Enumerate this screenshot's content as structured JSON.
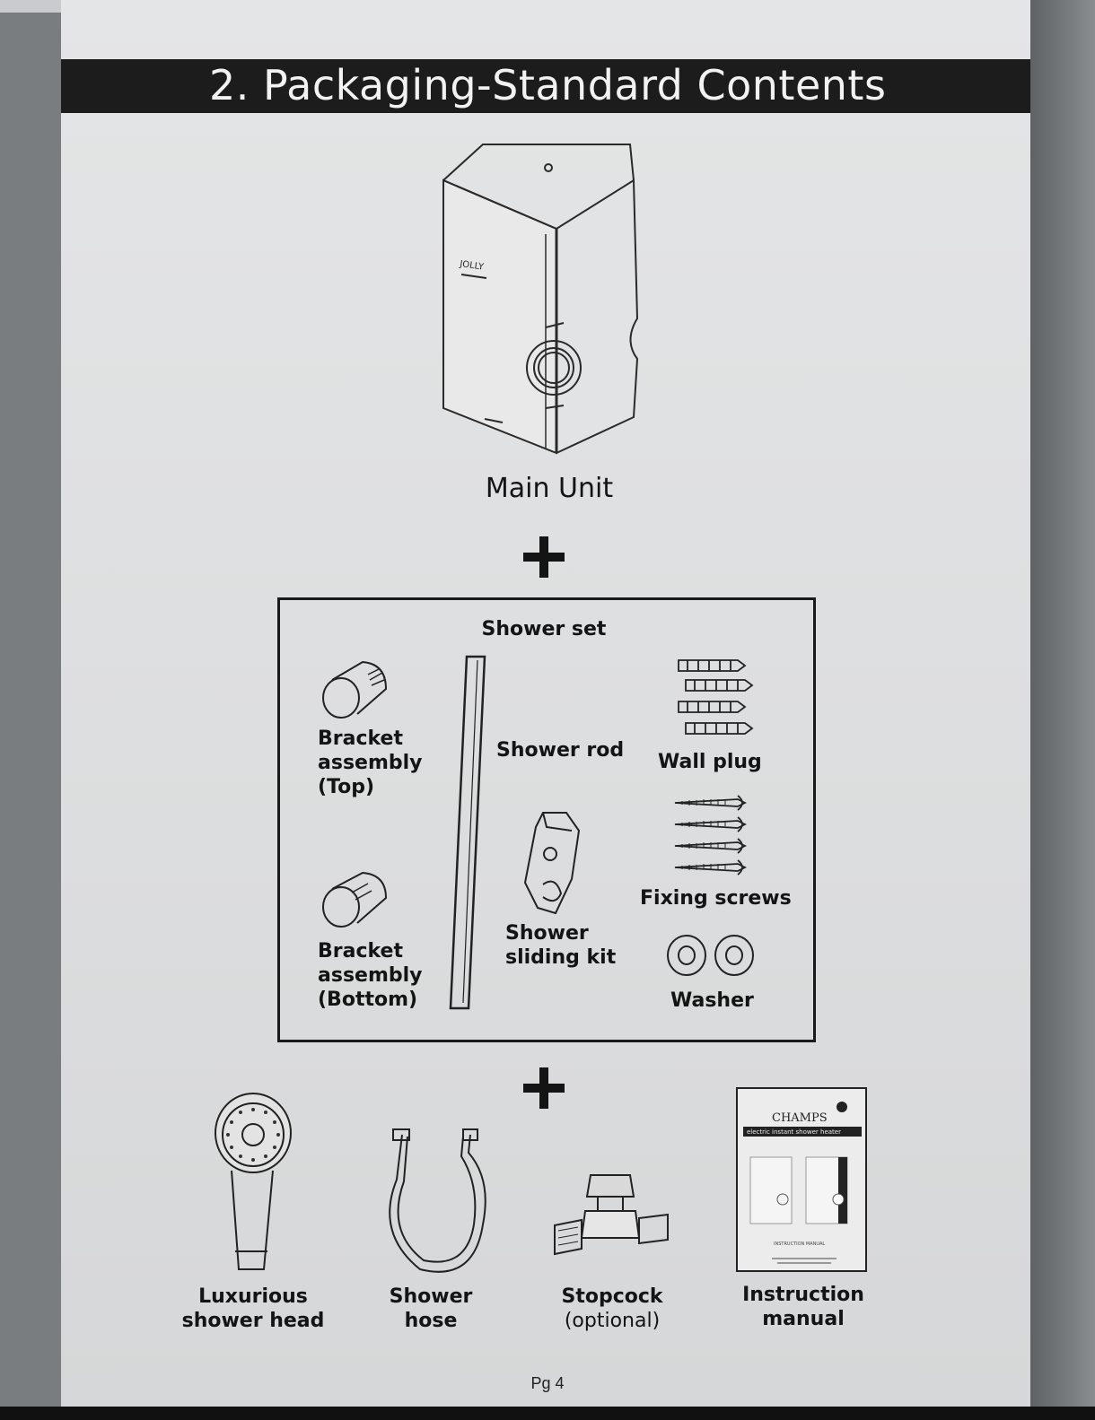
{
  "header": {
    "title": "2. Packaging-Standard Contents"
  },
  "main_unit": {
    "label": "Main Unit",
    "brand_text": "JOLLY"
  },
  "shower_set": {
    "title": "Shower set",
    "items": {
      "bracket_top": {
        "line1": "Bracket",
        "line2": "assembly",
        "line3": "(Top)"
      },
      "shower_rod": "Shower rod",
      "wall_plug": "Wall plug",
      "bracket_bottom": {
        "line1": "Bracket",
        "line2": "assembly",
        "line3": "(Bottom)"
      },
      "sliding_kit": {
        "line1": "Shower",
        "line2": "sliding kit"
      },
      "fixing_screws": "Fixing screws",
      "washer": "Washer"
    }
  },
  "extras": {
    "shower_head": {
      "line1": "Luxurious",
      "line2": "shower head"
    },
    "shower_hose": {
      "line1": "Shower",
      "line2": "hose"
    },
    "stopcock": {
      "line1": "Stopcock",
      "line2": "(optional)"
    },
    "manual": {
      "line1": "Instruction",
      "line2": "manual",
      "cover_brand": "CHAMPS",
      "cover_subtitle": "electric instant shower heater",
      "cover_footer": "INSTRUCTION MANUAL"
    }
  },
  "page_number": "Pg 4"
}
